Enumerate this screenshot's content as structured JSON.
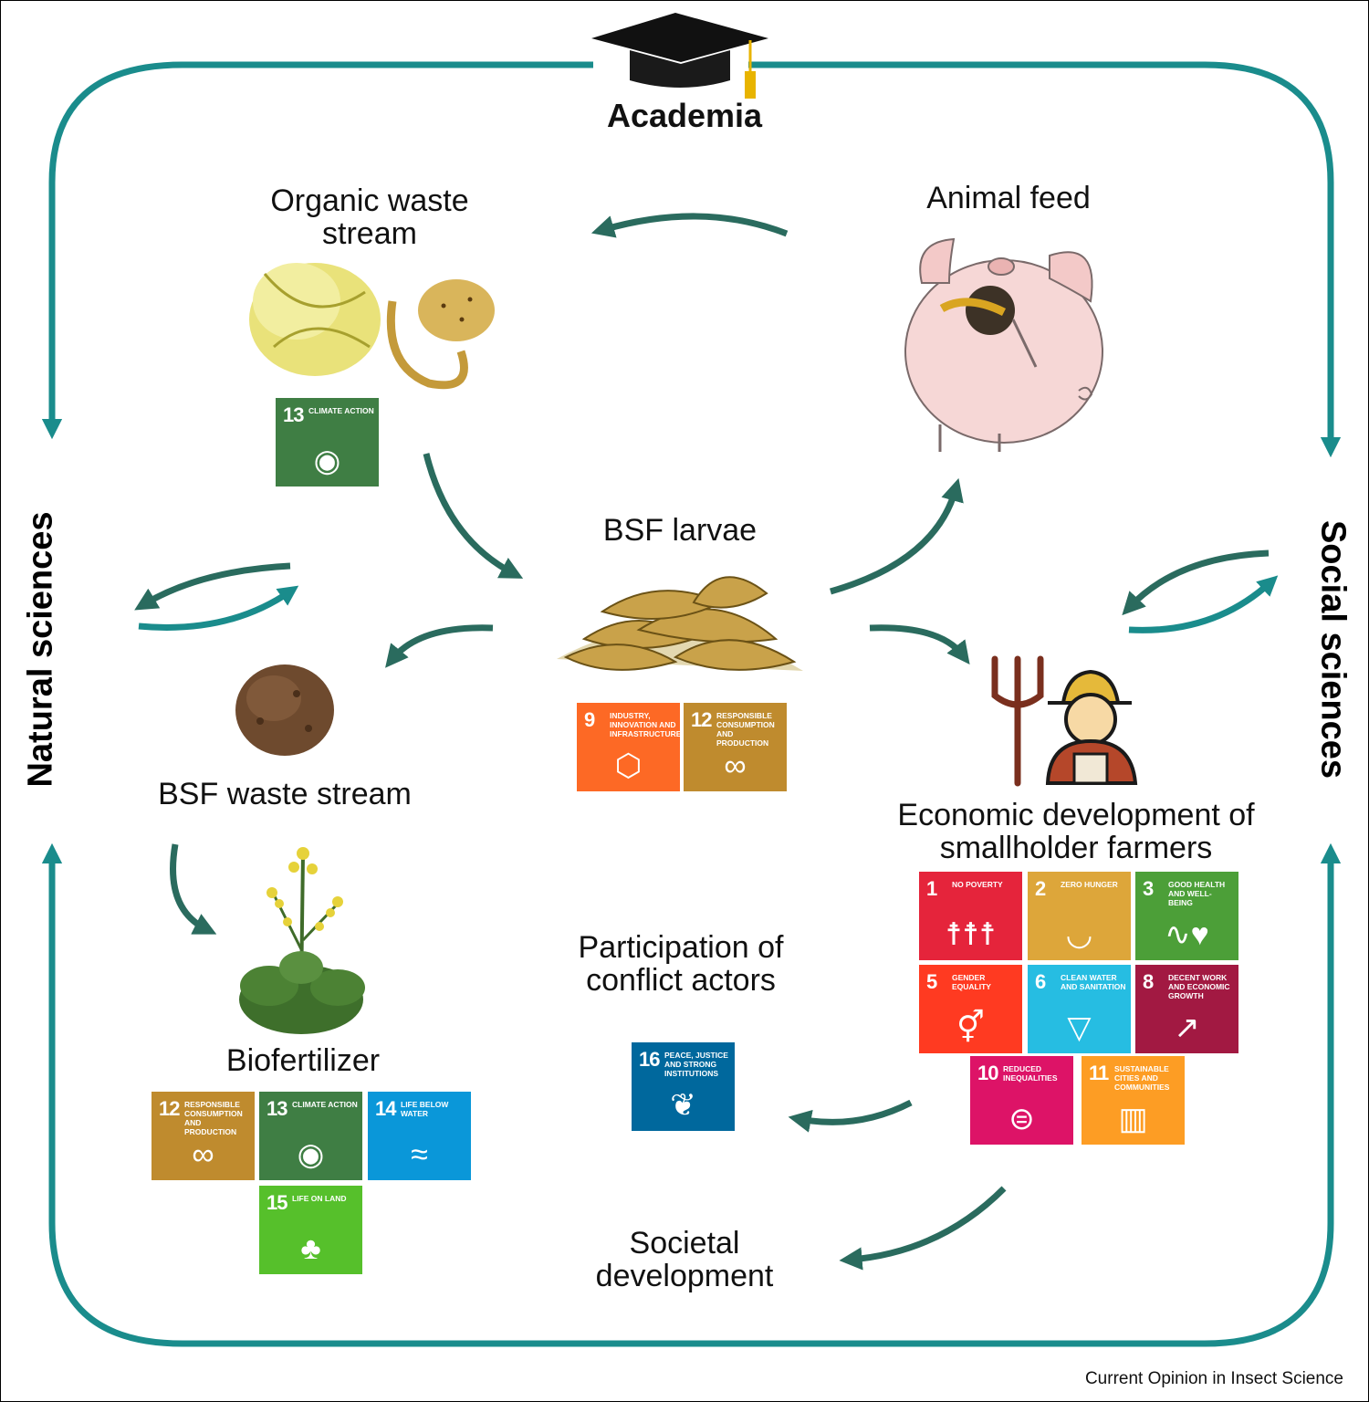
{
  "diagram": {
    "top_label": "Academia",
    "left_label": "Natural sciences",
    "right_label": "Social sciences",
    "credit": "Current Opinion in Insect Science"
  },
  "nodes": {
    "organic_waste": "Organic waste stream",
    "animal_feed": "Animal feed",
    "bsf_larvae": "BSF larvae",
    "bsf_waste": "BSF waste stream",
    "biofertilizer": "Biofertilizer",
    "participation": "Participation of conflict actors",
    "economic": "Economic development of smallholder farmers",
    "societal": "Societal development"
  },
  "sdg": {
    "sdg1": {
      "num": "1",
      "title": "No poverty",
      "color": "#E5243B",
      "icon": "people-icon"
    },
    "sdg2": {
      "num": "2",
      "title": "Zero hunger",
      "color": "#DDA63A",
      "icon": "bowl-icon"
    },
    "sdg3": {
      "num": "3",
      "title": "Good health and well-being",
      "color": "#4C9F38",
      "icon": "heartbeat-icon"
    },
    "sdg5": {
      "num": "5",
      "title": "Gender equality",
      "color": "#FF3A21",
      "icon": "gender-icon"
    },
    "sdg6": {
      "num": "6",
      "title": "Clean water and sanitation",
      "color": "#26BDE2",
      "icon": "water-drop-icon"
    },
    "sdg8": {
      "num": "8",
      "title": "Decent work and economic growth",
      "color": "#A21942",
      "icon": "growth-chart-icon"
    },
    "sdg9": {
      "num": "9",
      "title": "Industry, innovation and infrastructure",
      "color": "#FD6925",
      "icon": "cubes-icon"
    },
    "sdg10": {
      "num": "10",
      "title": "Reduced inequalities",
      "color": "#DD1367",
      "icon": "equals-icon"
    },
    "sdg11": {
      "num": "11",
      "title": "Sustainable cities and communities",
      "color": "#FD9D24",
      "icon": "city-icon"
    },
    "sdg12": {
      "num": "12",
      "title": "Responsible consumption and production",
      "color": "#BF8B2E",
      "icon": "infinity-icon"
    },
    "sdg13": {
      "num": "13",
      "title": "Climate action",
      "color": "#3F7E44",
      "icon": "eye-globe-icon"
    },
    "sdg14": {
      "num": "14",
      "title": "Life below water",
      "color": "#0A97D9",
      "icon": "fish-icon"
    },
    "sdg15": {
      "num": "15",
      "title": "Life on land",
      "color": "#56C02B",
      "icon": "tree-icon"
    },
    "sdg16": {
      "num": "16",
      "title": "Peace, justice and strong institutions",
      "color": "#00689D",
      "icon": "dove-icon"
    }
  },
  "colors": {
    "outer_loop": "#1A8C8C",
    "flow_arrow": "#2A6B5E"
  }
}
